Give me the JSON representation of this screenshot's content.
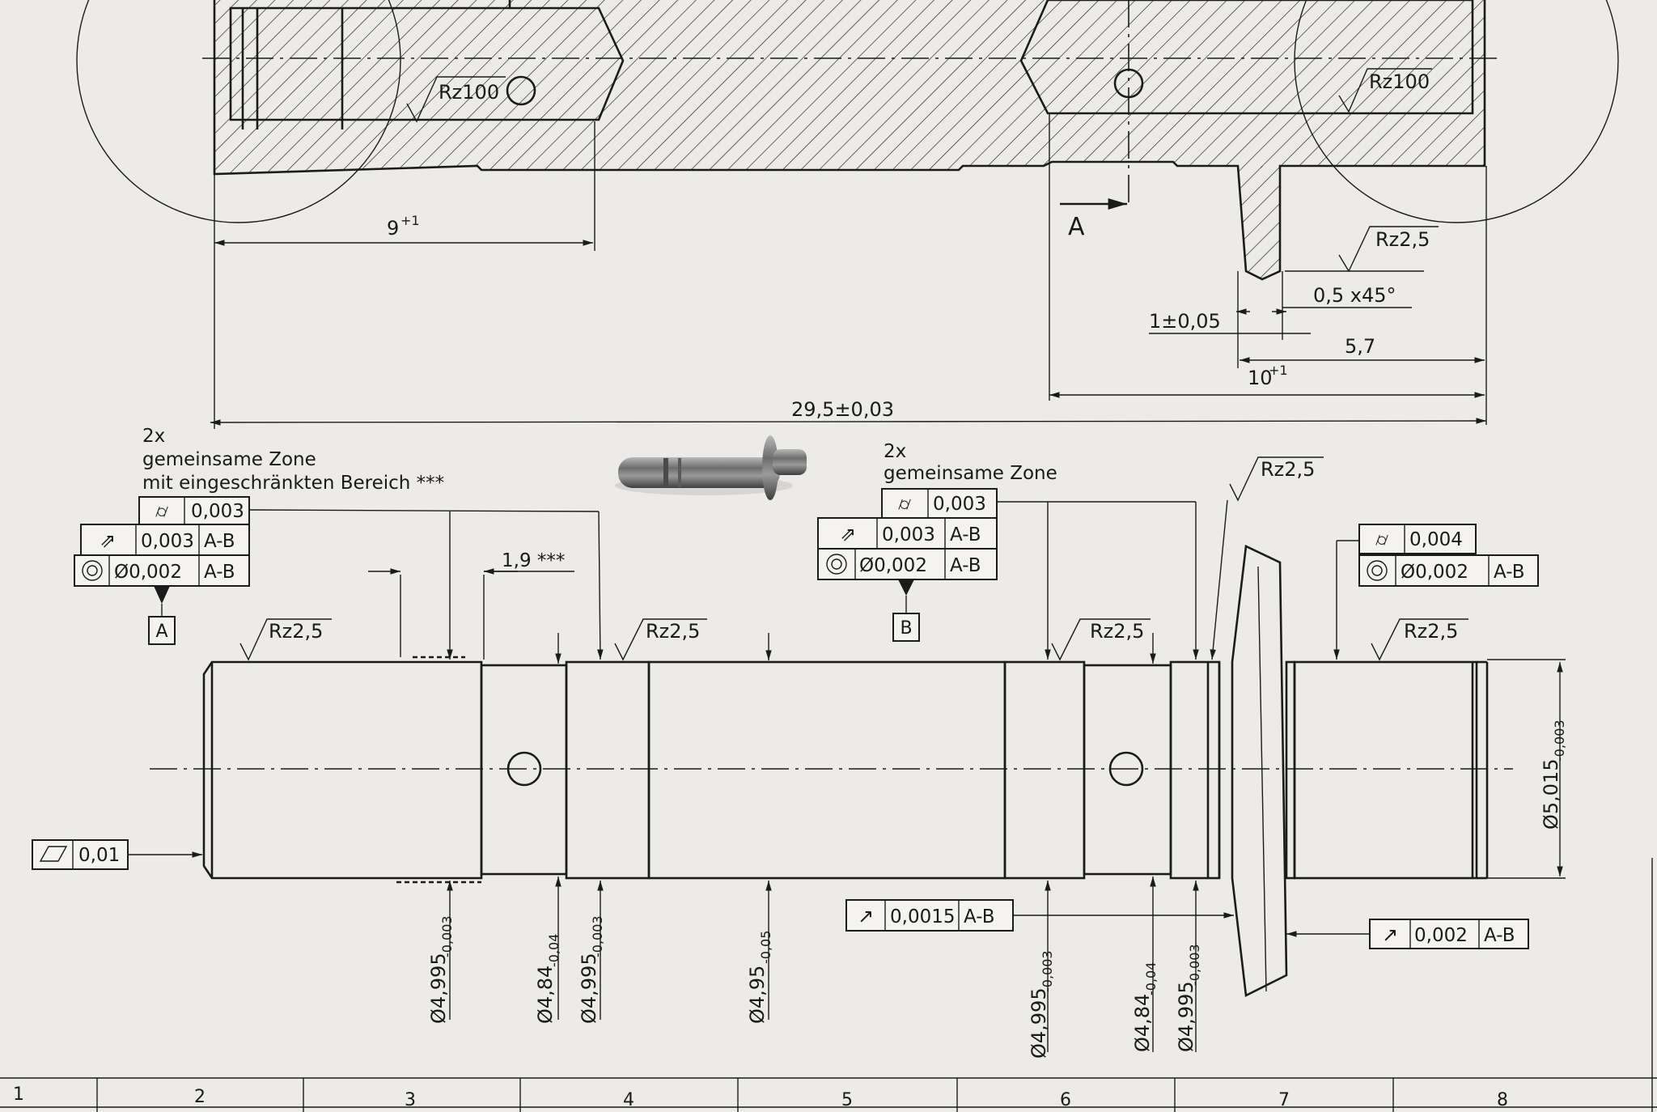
{
  "colors": {
    "paper": "#ecebe8",
    "ink": "#1b1b1b",
    "steel": "#8a8a8a"
  },
  "section": {
    "dim_9": "9",
    "dim_9_tol": "+1",
    "dim_10": "10",
    "dim_10_tol": "+1",
    "dim_5_7": "5,7",
    "dim_1": "1±0,05",
    "chamfer": "0,5 x45°",
    "dim_total": "29,5±0,03",
    "section_mark": "A",
    "rough_left": "Rz100",
    "rough_right": "Rz100",
    "rough_flange": "Rz2,5"
  },
  "notes": {
    "left_count": "2x",
    "left_zone": "gemeinsame Zone",
    "left_zone2": "mit eingeschränkten Bereich ***",
    "right_count": "2x",
    "right_zone": "gemeinsame Zone",
    "dim_1_9": "1,9 ***"
  },
  "fcf": {
    "left_cyl": "0,003",
    "left_run": "0,003",
    "left_run_ref": "A-B",
    "left_conc": "Ø0,002",
    "left_conc_ref": "A-B",
    "datum_a": "A",
    "mid_cyl": "0,003",
    "mid_run": "0,003",
    "mid_run_ref": "A-B",
    "mid_conc": "Ø0,002",
    "mid_conc_ref": "A-B",
    "datum_b": "B",
    "right_cyl": "0,004",
    "right_conc": "Ø0,002",
    "right_conc_ref": "A-B",
    "flat": "0,01",
    "run1": "0,0015",
    "run1_ref": "A-B",
    "run2": "0,002",
    "run2_ref": "A-B"
  },
  "roughness": {
    "r1": "Rz2,5",
    "r2": "Rz2,5",
    "r3": "Rz2,5",
    "r4": "Rz2,5",
    "r5": "Rz2,5"
  },
  "diameters": {
    "d1": "Ø4,995",
    "d1_tol": "-0,003",
    "d2": "Ø4,84",
    "d2_tol": "-0,04",
    "d3": "Ø4,995",
    "d3_tol": "-0,003",
    "d4": "Ø4,95",
    "d4_tol": "-0,05",
    "d5": "Ø4,995",
    "d5_tol": "-0,003",
    "d6": "Ø4,84",
    "d6_tol": "-0,04",
    "d7": "Ø4,995",
    "d7_tol": "-0,003",
    "d8": "Ø5,015",
    "d8_tol": "-0,003"
  },
  "grid": [
    "1",
    "2",
    "3",
    "4",
    "5",
    "6",
    "7",
    "8"
  ]
}
